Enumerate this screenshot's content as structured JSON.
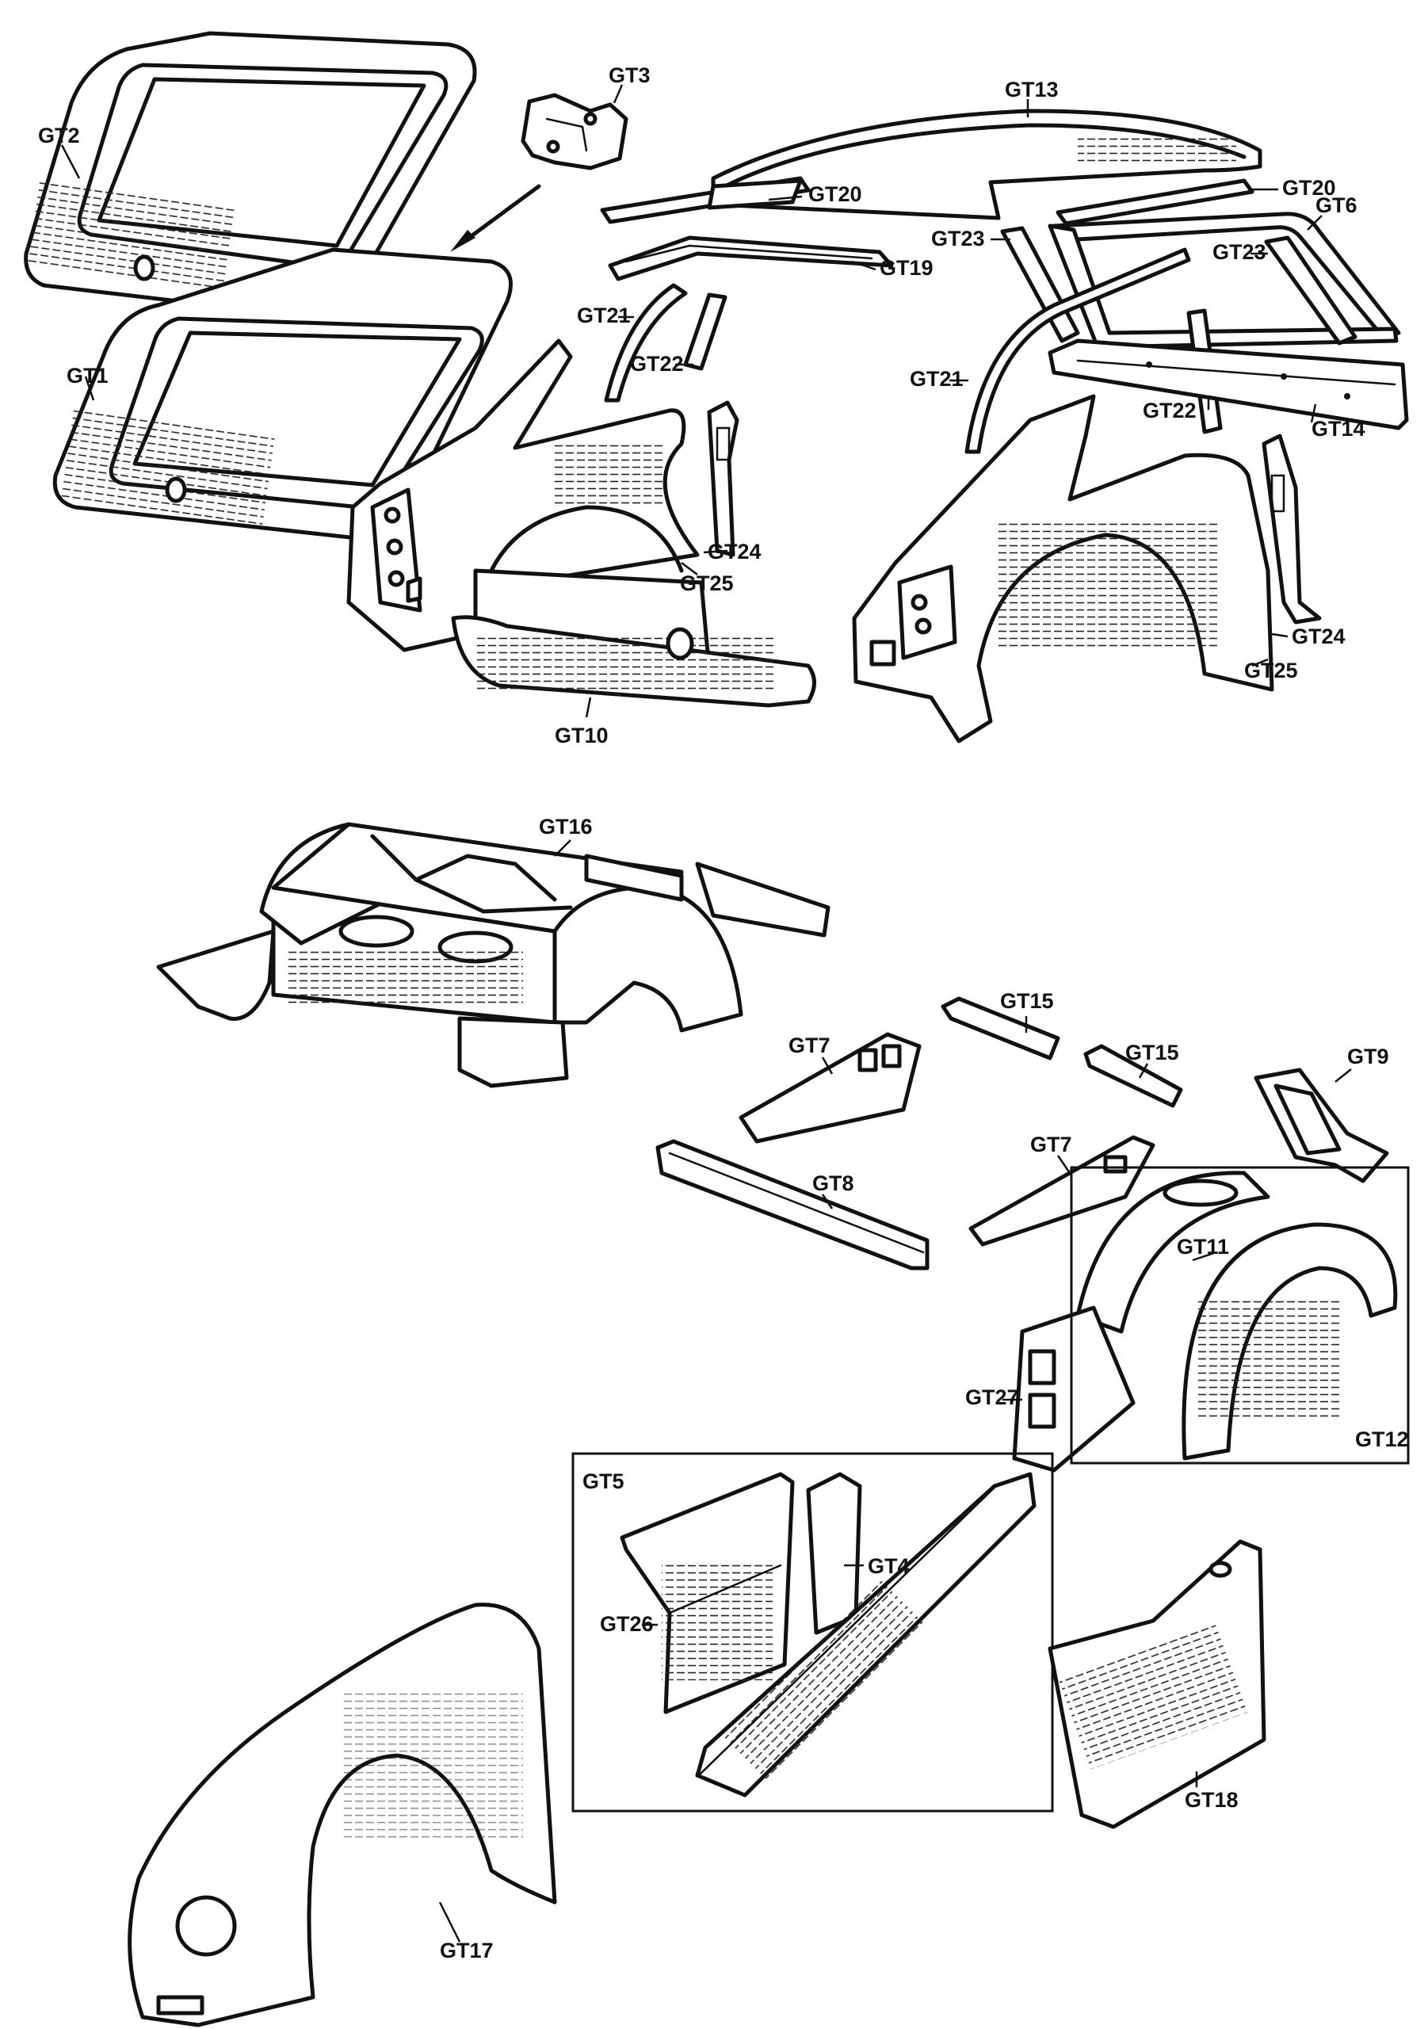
{
  "diagram": {
    "callouts": {
      "gt1": "GT1",
      "gt2": "GT2",
      "gt3": "GT3",
      "gt4": "GT4",
      "gt5": "GT5",
      "gt6": "GT6",
      "gt7a": "GT7",
      "gt7b": "GT7",
      "gt8": "GT8",
      "gt9": "GT9",
      "gt10": "GT10",
      "gt11": "GT11",
      "gt12": "GT12",
      "gt13": "GT13",
      "gt14": "GT14",
      "gt15a": "GT15",
      "gt15b": "GT15",
      "gt16": "GT16",
      "gt17": "GT17",
      "gt18": "GT18",
      "gt19": "GT19",
      "gt20a": "GT20",
      "gt20b": "GT20",
      "gt21a": "GT21",
      "gt21b": "GT21",
      "gt22a": "GT22",
      "gt22b": "GT22",
      "gt23a": "GT23",
      "gt23b": "GT23",
      "gt24a": "GT24",
      "gt24b": "GT24",
      "gt25a": "GT25",
      "gt25b": "GT25",
      "gt26": "GT26",
      "gt27": "GT27"
    }
  }
}
